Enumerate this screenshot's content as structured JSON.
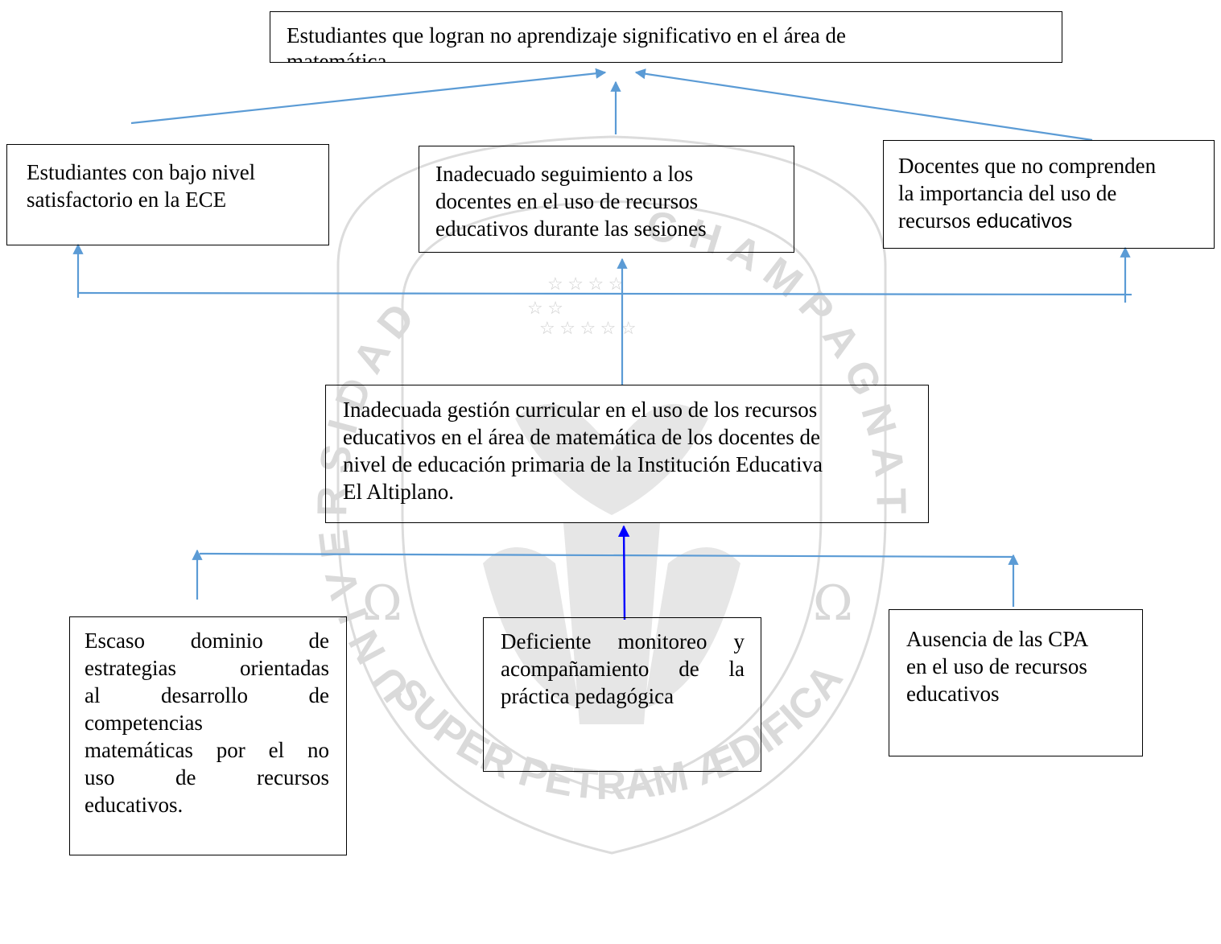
{
  "watermark": {
    "ring_top_left": "U N I V E R S I D A D",
    "ring_top_right": "C H A M P A G N A T",
    "ring_bottom": "SUPER PETRAM ÆDIFICABO",
    "omega_left": "Ω",
    "omega_right": "Ω",
    "color": "#cccccc"
  },
  "colors": {
    "arrow": "#5b9bd5",
    "arrow_strong": "#0000ff",
    "border": "#000000"
  },
  "top_box": {
    "line1": "Estudiantes que logran no aprendizaje significativo en el área de",
    "line2": "matemática"
  },
  "effects": [
    {
      "lines": [
        "Estudiantes con bajo nivel",
        "satisfactorio en la ECE"
      ]
    },
    {
      "lines": [
        "Inadecuado seguimiento a los",
        "docentes en el uso de recursos",
        "educativos durante las sesiones"
      ]
    },
    {
      "lines": [
        "Docentes que no comprenden",
        "la importancia del uso de",
        "recursos"
      ],
      "last_word": "educativos"
    }
  ],
  "central_problem": {
    "lines": [
      "Inadecuada gestión curricular en el uso de los recursos",
      "educativos en el área de matemática de los docentes de",
      "nivel de educación primaria de la Institución Educativa",
      "El Altiplano."
    ]
  },
  "causes": [
    {
      "lines": [
        "Escaso dominio de",
        "estrategias orientadas",
        "al desarrollo de",
        "competencias",
        "matemáticas por el no",
        "uso de recursos",
        "educativos."
      ]
    },
    {
      "lines": [
        "Deficiente monitoreo y",
        "acompañamiento de la",
        "práctica pedagógica"
      ]
    },
    {
      "lines": [
        "Ausencia de las CPA",
        "en el uso de recursos",
        "educativos"
      ]
    }
  ]
}
